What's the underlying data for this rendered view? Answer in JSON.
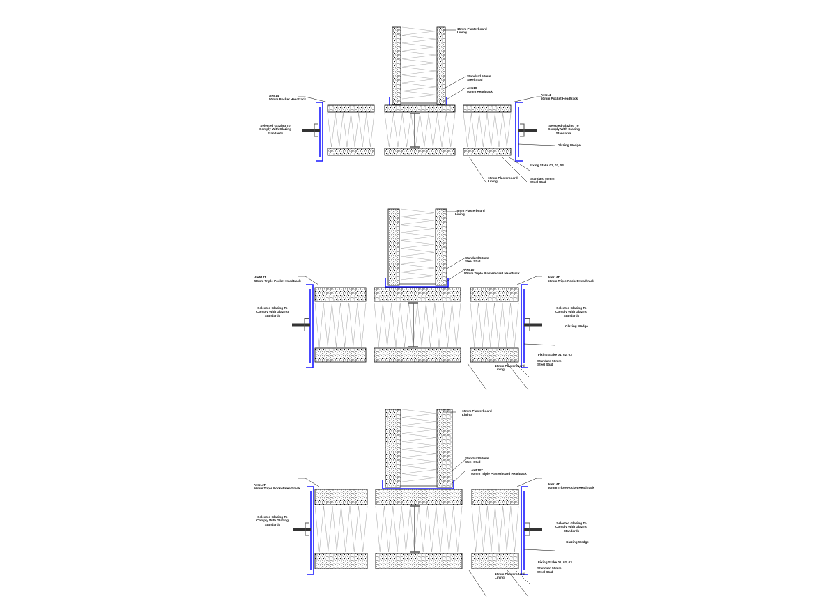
{
  "colors": {
    "frame": "#1a1aff",
    "line": "#000000",
    "stud": "#555555",
    "board_fill": "#ffffff",
    "paper": "#ffffff"
  },
  "details": [
    {
      "labels": {
        "top_lining": "15mm Plasterboard\nLining",
        "stud_top": "Standard 50mm\nSteel Stud",
        "headtrack_center": "AH510\n50mm Headtrack",
        "headtrack_left": "AH514\n50mm Pocket Headtrack",
        "headtrack_right": "AH514\n50mm Pocket Headtrack",
        "glazing_left": "Selected Glazing To\nComply With Glazing\nStandards",
        "glazing_right": "Selected Glazing To\nComply With Glazing\nStandards",
        "glazing_wedge": "Glazing Wedge",
        "fixing": "Fixing Stake 01, 02, 03",
        "bottom_lining": "15mm Plasterboard\nLining",
        "stud_bottom": "Standard 50mm\nSteel Stud"
      }
    },
    {
      "labels": {
        "top_lining": "15mm Plasterboard\nLining",
        "stud_top": "Standard 50mm\nSteel Stud",
        "headtrack_center": "AH510T\n50mm Triple Plasterboard Headtrack",
        "headtrack_left": "AH514T\n50mm Triple Pocket Headtrack",
        "headtrack_right": "AH514T\n50mm Triple Pocket Headtrack",
        "glazing_left": "Selected Glazing To\nComply With Glazing\nStandards",
        "glazing_right": "Selected Glazing To\nComply With Glazing\nStandards",
        "glazing_wedge": "Glazing Wedge",
        "fixing": "Fixing Stake 01, 02, 03",
        "bottom_lining": "15mm Plasterboard\nLining",
        "stud_bottom": "Standard 50mm\nSteel Stud"
      }
    },
    {
      "labels": {
        "top_lining": "15mm Plasterboard\nLining",
        "stud_top": "Standard 50mm\nSteel Stud",
        "headtrack_center": "AH510T\n50mm Triple Plasterboard Headtrack",
        "headtrack_left": "AH514T\n50mm Triple Pocket Headtrack",
        "headtrack_right": "AH514T\n50mm Triple Pocket Headtrack",
        "glazing_left": "Selected Glazing To\nComply With Glazing\nStandards",
        "glazing_right": "Selected Glazing To\nComply With Glazing\nStandards",
        "glazing_wedge": "Glazing Wedge",
        "fixing": "Fixing Stake 01, 02, 03",
        "bottom_lining": "15mm Plasterboard\nLining",
        "stud_bottom": "Standard 50mm\nSteel Stud"
      }
    }
  ]
}
